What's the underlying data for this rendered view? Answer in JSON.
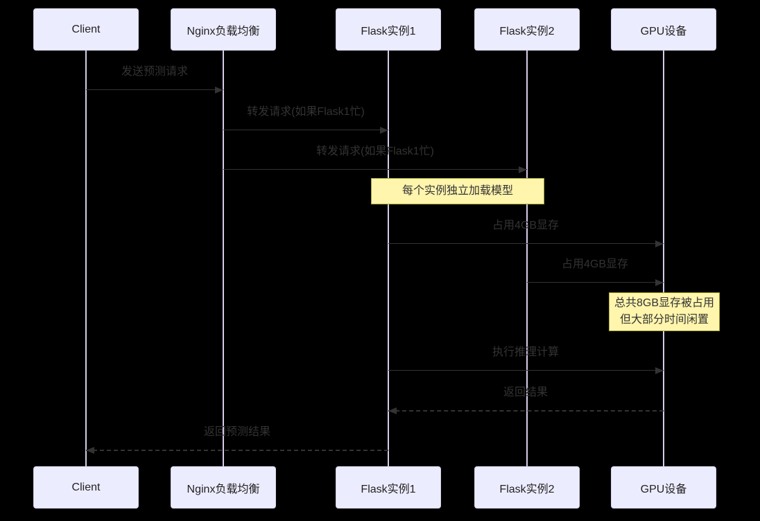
{
  "diagram": {
    "type": "sequence-diagram",
    "background_color": "#000000",
    "colors": {
      "actor_fill": "#ECECFF",
      "actor_border": "#D5D1E8",
      "lifeline": "#D6CDEB",
      "message_text": "#333333",
      "arrow": "#333333",
      "note_fill": "#FFF5AD",
      "note_border": "#AAAA33"
    },
    "actors": [
      {
        "label": "Client"
      },
      {
        "label": "Nginx负载均衡"
      },
      {
        "label": "Flask实例1"
      },
      {
        "label": "Flask实例2"
      },
      {
        "label": "GPU设备"
      }
    ],
    "messages": [
      {
        "from": "Client",
        "to": "Nginx负载均衡",
        "label": "发送预测请求",
        "style": "solid"
      },
      {
        "from": "Nginx负载均衡",
        "to": "Flask实例1",
        "label": "转发请求(如果Flask1忙)",
        "style": "solid"
      },
      {
        "from": "Nginx负载均衡",
        "to": "Flask实例2",
        "label": "转发请求(如果Flask1忙)",
        "style": "solid"
      },
      {
        "from": "Flask实例1",
        "to": "GPU设备",
        "label": "占用4GB显存",
        "style": "solid"
      },
      {
        "from": "Flask实例2",
        "to": "GPU设备",
        "label": "占用4GB显存",
        "style": "solid"
      },
      {
        "from": "Flask实例1",
        "to": "GPU设备",
        "label": "执行推理计算",
        "style": "solid"
      },
      {
        "from": "GPU设备",
        "to": "Flask实例1",
        "label": "返回结果",
        "style": "dashed"
      },
      {
        "from": "Flask实例1",
        "to": "Client",
        "label": "返回预测结果",
        "style": "dashed"
      }
    ],
    "notes": [
      {
        "over": "Flask实例1,Flask实例2",
        "line1": "每个实例独立加载模型",
        "line2": ""
      },
      {
        "over": "GPU设备",
        "line1": "总共8GB显存被占用",
        "line2": "但大部分时间闲置"
      }
    ]
  }
}
